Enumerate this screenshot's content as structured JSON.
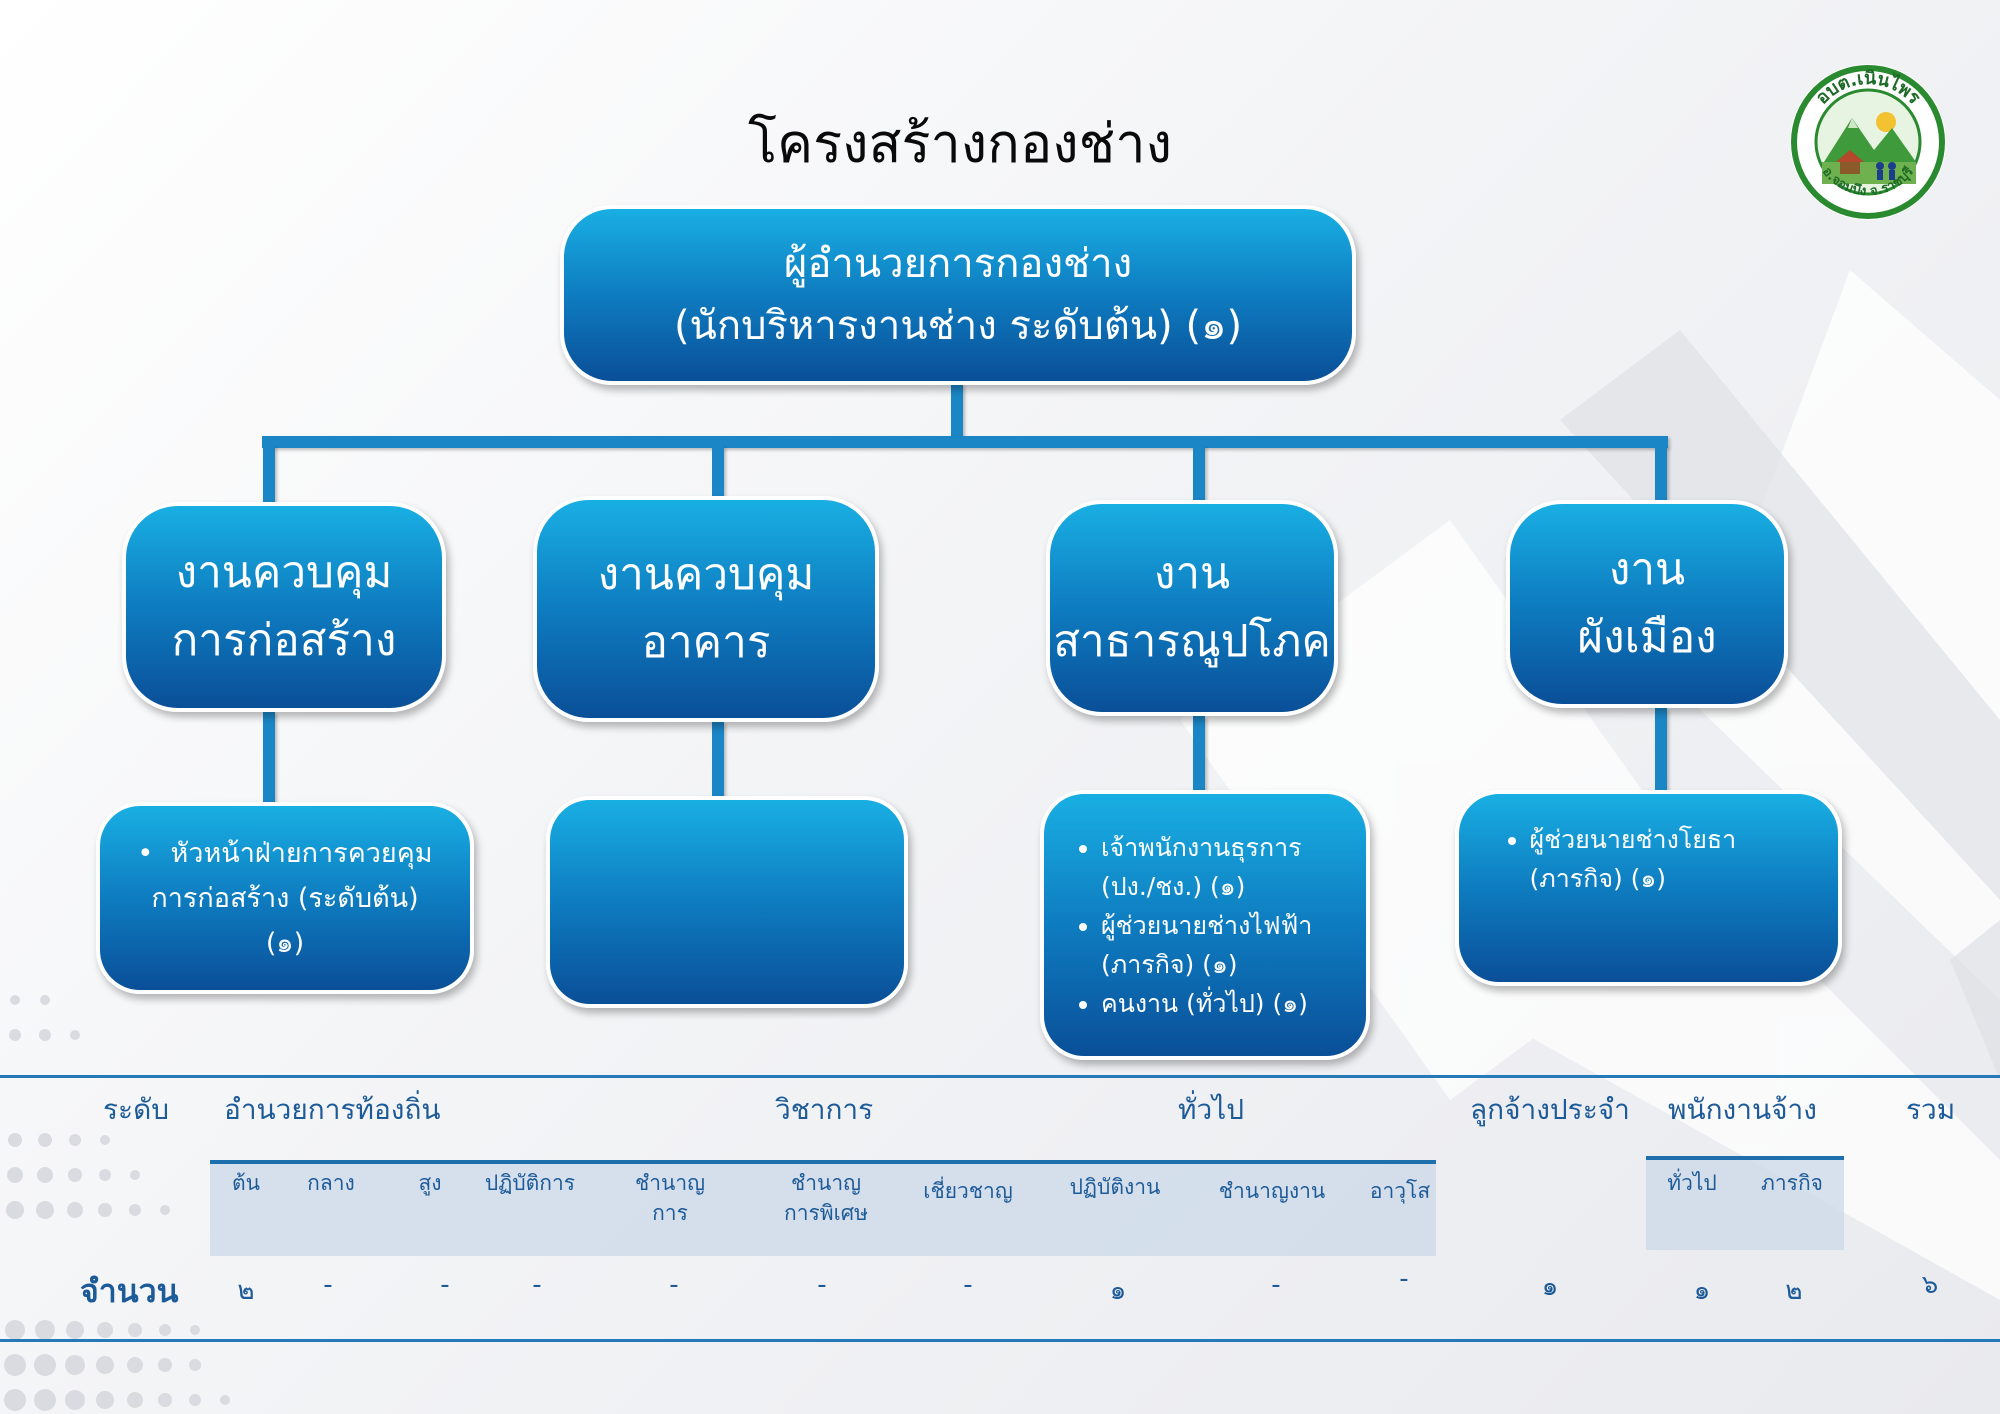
{
  "title": "โครงสร้างกองช่าง",
  "logo": {
    "top_text": "อบต.เนินไพร",
    "bottom_text": "อ.จอมบึง จ.ราชบุรี"
  },
  "chart_top": {
    "line1": "ผู้อำนวยการกองช่าง",
    "line2": "(นักบริหารงานช่าง ระดับต้น) (๑)"
  },
  "departments": [
    {
      "line1": "งานควบคุม",
      "line2": "การก่อสร้าง"
    },
    {
      "line1": "งานควบคุม",
      "line2": "อาคาร"
    },
    {
      "line1": "งาน",
      "line2": "สาธารณูปโภค"
    },
    {
      "line1": "งาน",
      "line2": "ผังเมือง"
    }
  ],
  "sub_units": {
    "construction": {
      "bullet_line1": "หัวหน้าฝ่ายการควยคุม",
      "line2": "การก่อสร้าง (ระดับต้น)",
      "line3": "(๑)"
    },
    "building": [],
    "utilities": [
      "เจ้าพนักงานธุรการ (ปง./ชง.) (๑)",
      "ผู้ช่วยนายช่างไฟฟ้า (ภารกิจ) (๑)",
      "คนงาน (ทั่วไป) (๑)"
    ],
    "planning": [
      "ผู้ช่วยนายช่างโยธา (ภารกิจ) (๑)"
    ]
  },
  "table": {
    "headers": {
      "level": "ระดับ",
      "local_director": "อำนวยการท้องถิ่น",
      "academic": "วิชาการ",
      "general": "ทั่วไป",
      "permanent_employee": "ลูกจ้างประจำ",
      "contract_employee": "พนักงานจ้าง",
      "total": "รวม"
    },
    "sub_headers": {
      "start": "ต้น",
      "middle": "กลาง",
      "high": "สูง",
      "operational_acad": "ปฏิบัติการ",
      "expert_l1": "ชำนาญ",
      "expert_l2": "การ",
      "special_l1": "ชำนาญ",
      "special_l2": "การพิเศษ",
      "specialist": "เชี่ยวชาญ",
      "operational_gen": "ปฏิบัติงาน",
      "skilled": "ชำนาญงาน",
      "senior": "อาวุโส",
      "general_contract": "ทั่วไป",
      "mission_contract": "ภารกิจ"
    },
    "row_label": "จำนวน",
    "values": {
      "start": "๒",
      "middle": "-",
      "high": "-",
      "operational_acad": "-",
      "expert": "-",
      "special": "-",
      "specialist": "-",
      "operational_gen": "๑",
      "skilled": "-",
      "senior": "-",
      "permanent": "๑",
      "general_contract": "๑",
      "mission_contract": "๒",
      "total": "๖"
    }
  }
}
